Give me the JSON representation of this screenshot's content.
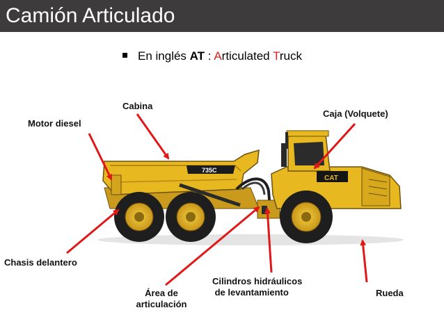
{
  "slide": {
    "title": "Camión Articulado",
    "bullet": {
      "prefix": "En inglés ",
      "acronym": "AT",
      "separator": " : ",
      "word1_initial": "A",
      "word1_rest": "rticulated ",
      "word2_initial": "T",
      "word2_rest": "ruck"
    }
  },
  "labels": {
    "cabina": "Cabina",
    "motor_diesel": "Motor diesel",
    "caja": "Caja (Volquete)",
    "chasis": "Chasis delantero",
    "area_line1": "Área de",
    "area_line2": "articulación",
    "cilindros_line1": "Cilindros hidráulicos",
    "cilindros_line2": " de levantamiento",
    "rueda": "Rueda"
  },
  "truck_logo_text": "735C",
  "cab_logo_text": "CAT",
  "colors": {
    "title_bar": "#3d3b3b",
    "accent_red": "#d62020",
    "arrow_red": "#e01818",
    "truck_yellow": "#e8b820",
    "tire_black": "#1e1e1e"
  }
}
